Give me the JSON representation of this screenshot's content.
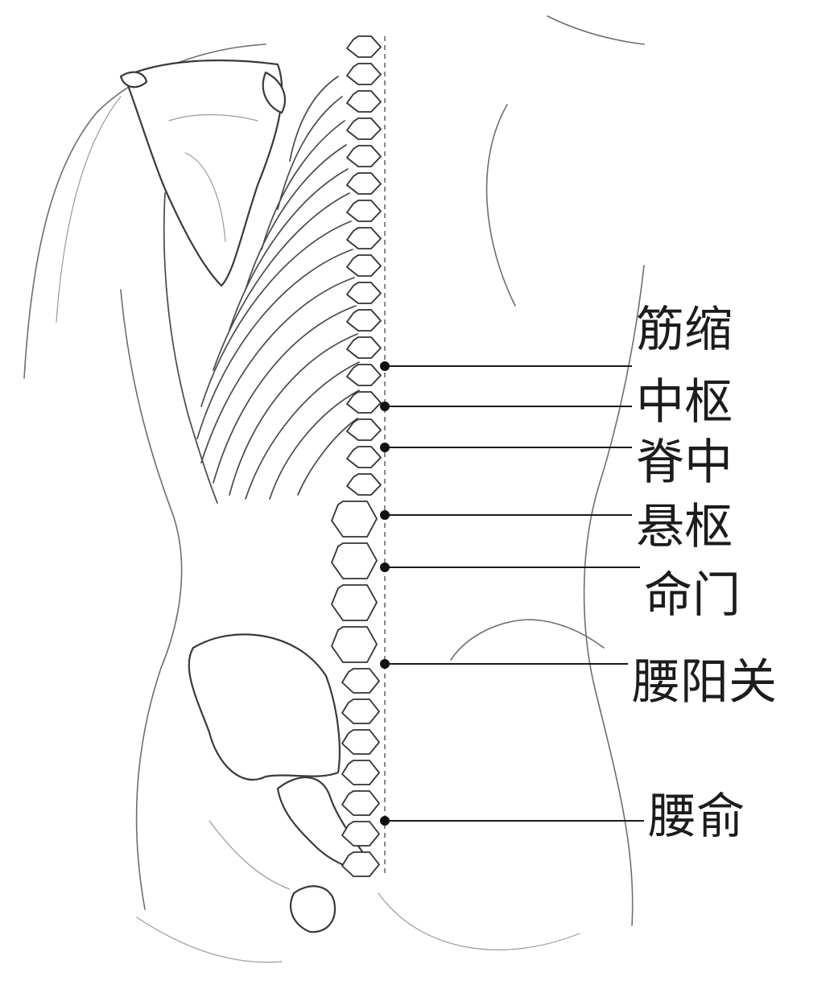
{
  "acupoints": [
    {
      "id": "jinsuo",
      "label": "筋缩"
    },
    {
      "id": "zhongshu",
      "label": "中枢"
    },
    {
      "id": "jizhong",
      "label": "脊中"
    },
    {
      "id": "xuanshu",
      "label": "悬枢"
    },
    {
      "id": "mingmen",
      "label": "命门"
    },
    {
      "id": "yaoyangguan",
      "label": "腰阳关"
    },
    {
      "id": "yaoshu",
      "label": "腰俞"
    }
  ]
}
